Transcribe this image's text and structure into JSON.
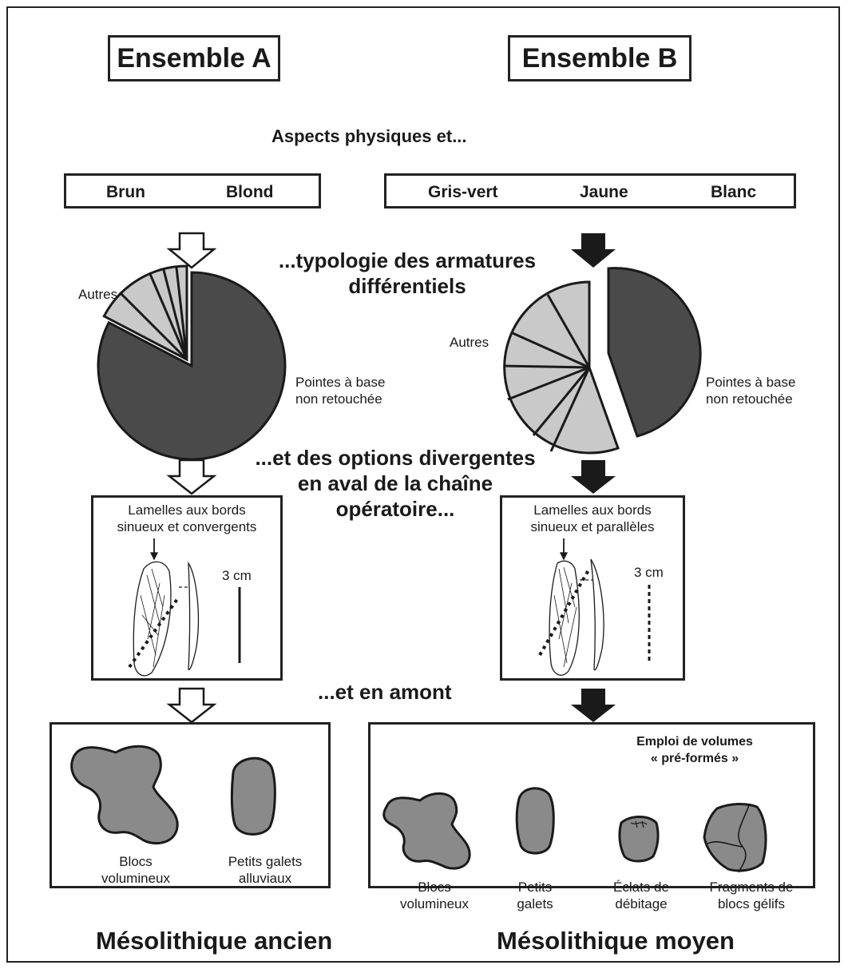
{
  "ensemble_a": {
    "title": "Ensemble A",
    "colors": [
      "Brun",
      "Blond"
    ],
    "pie_other_label": "Autres",
    "pie_main_label": [
      "Pointes à base",
      "non retouchée"
    ],
    "blade_label": [
      "Lamelles aux bords",
      "sinueux et convergents"
    ],
    "scale_label": "3 cm",
    "volumes": [
      {
        "label": [
          "Blocs",
          "volumineux"
        ]
      },
      {
        "label": [
          "Petits galets",
          "alluviaux"
        ]
      }
    ],
    "period": "Mésolithique ancien"
  },
  "ensemble_b": {
    "title": "Ensemble B",
    "colors": [
      "Gris-vert",
      "Jaune",
      "Blanc"
    ],
    "pie_other_label": "Autres",
    "pie_main_label": [
      "Pointes à base",
      "non retouchée"
    ],
    "blade_label": [
      "Lamelles aux bords",
      "sinueux et parallèles"
    ],
    "scale_label": "3 cm",
    "preformed_label": [
      "Emploi de volumes",
      "« pré-formés »"
    ],
    "volumes": [
      {
        "label": [
          "Blocs",
          "volumineux"
        ]
      },
      {
        "label": [
          "Petits",
          "galets"
        ]
      },
      {
        "label": [
          "Éclats de",
          "débitage"
        ]
      },
      {
        "label": [
          "Fragments de",
          "blocs gélifs"
        ]
      }
    ],
    "period": "Mésolithique moyen"
  },
  "captions": {
    "physical": "Aspects physiques et...",
    "typology": [
      "...typologie des armatures",
      "différentiels"
    ],
    "options": [
      "...et des options divergentes",
      "en aval de la chaîne",
      "opératoire..."
    ],
    "upstream": "...et en amont"
  },
  "colors": {
    "dark_slice": "#4a4a4a",
    "light_slice": "#c9c9c9",
    "volume_fill": "#8a8a8a",
    "line": "#1a1a1a"
  }
}
